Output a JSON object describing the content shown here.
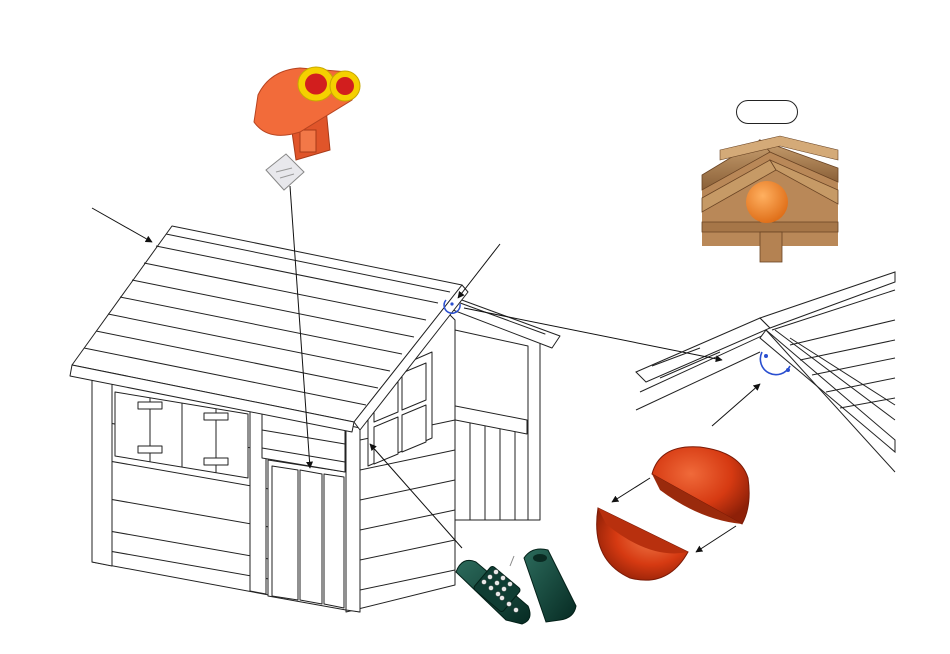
{
  "diagram": {
    "callout_label": "",
    "parts": [
      {
        "id": "playhouse",
        "icon": "playhouse-icon"
      },
      {
        "id": "binoculars",
        "icon": "binoculars-icon"
      },
      {
        "id": "hardware-bag",
        "icon": "hardware-bag-icon"
      },
      {
        "id": "telephone",
        "icon": "telephone-icon"
      },
      {
        "id": "roof-ball",
        "icon": "ball-halves-icon"
      }
    ],
    "colors": {
      "line": "#222222",
      "binoculars": "#f26b3a",
      "binocular_ring": "#f5d000",
      "binocular_lens": "#d21e1e",
      "ball": "#d63a12",
      "phone": "#0f3d33",
      "wood": "#b08050",
      "marker": "#2a4fd0"
    }
  }
}
